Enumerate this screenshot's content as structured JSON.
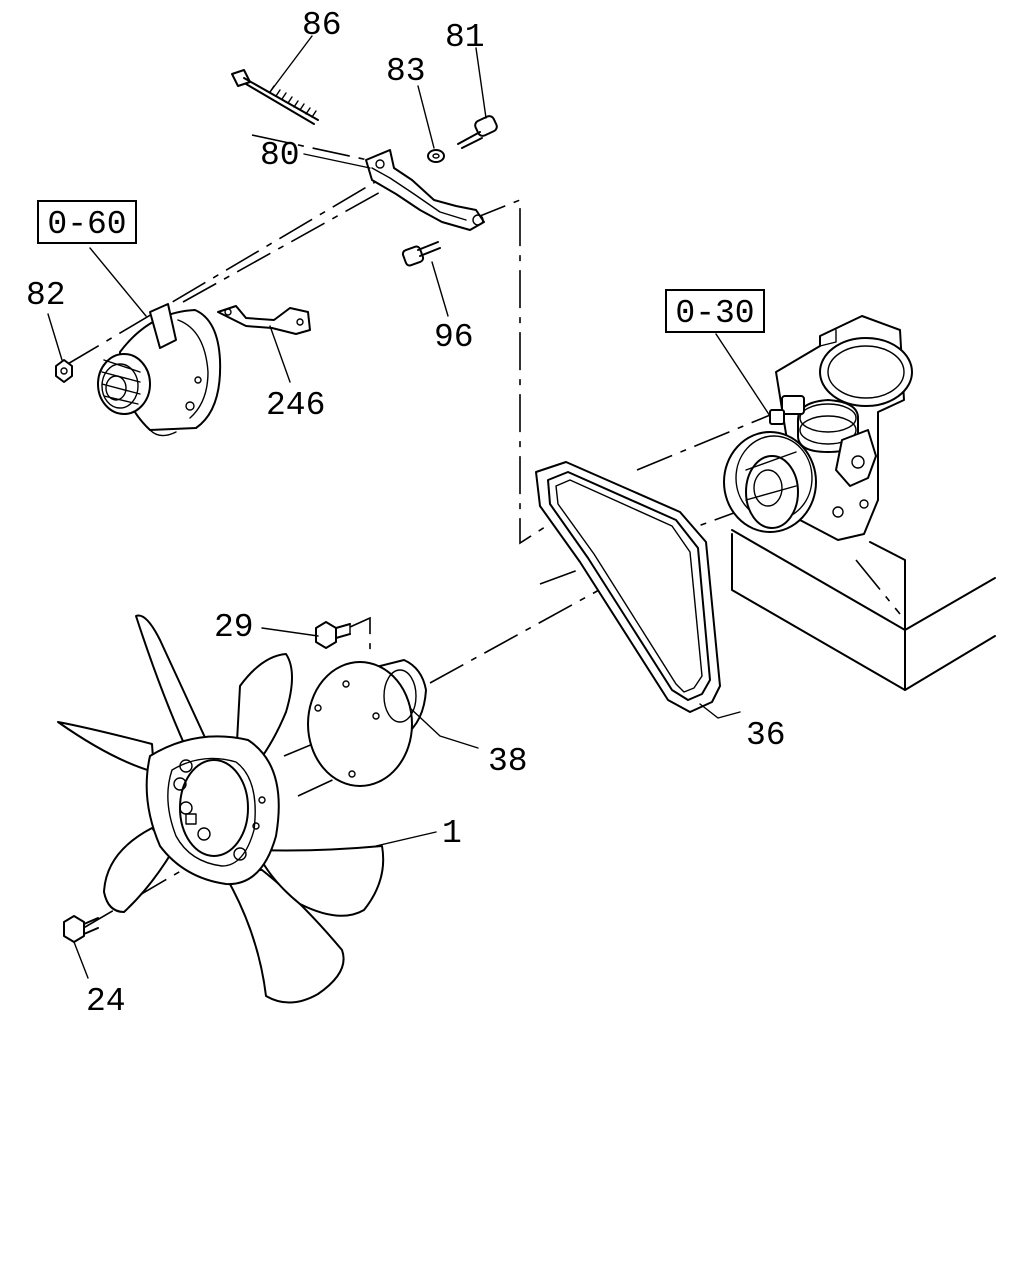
{
  "part_numbers": {
    "p1": "1",
    "p24": "24",
    "p29": "29",
    "p36": "36",
    "p38": "38",
    "p80": "80",
    "p81": "81",
    "p82": "82",
    "p83": "83",
    "p86": "86",
    "p96": "96",
    "p246": "246"
  },
  "references": {
    "alternator": "0-60",
    "water_pump": "0-30"
  }
}
